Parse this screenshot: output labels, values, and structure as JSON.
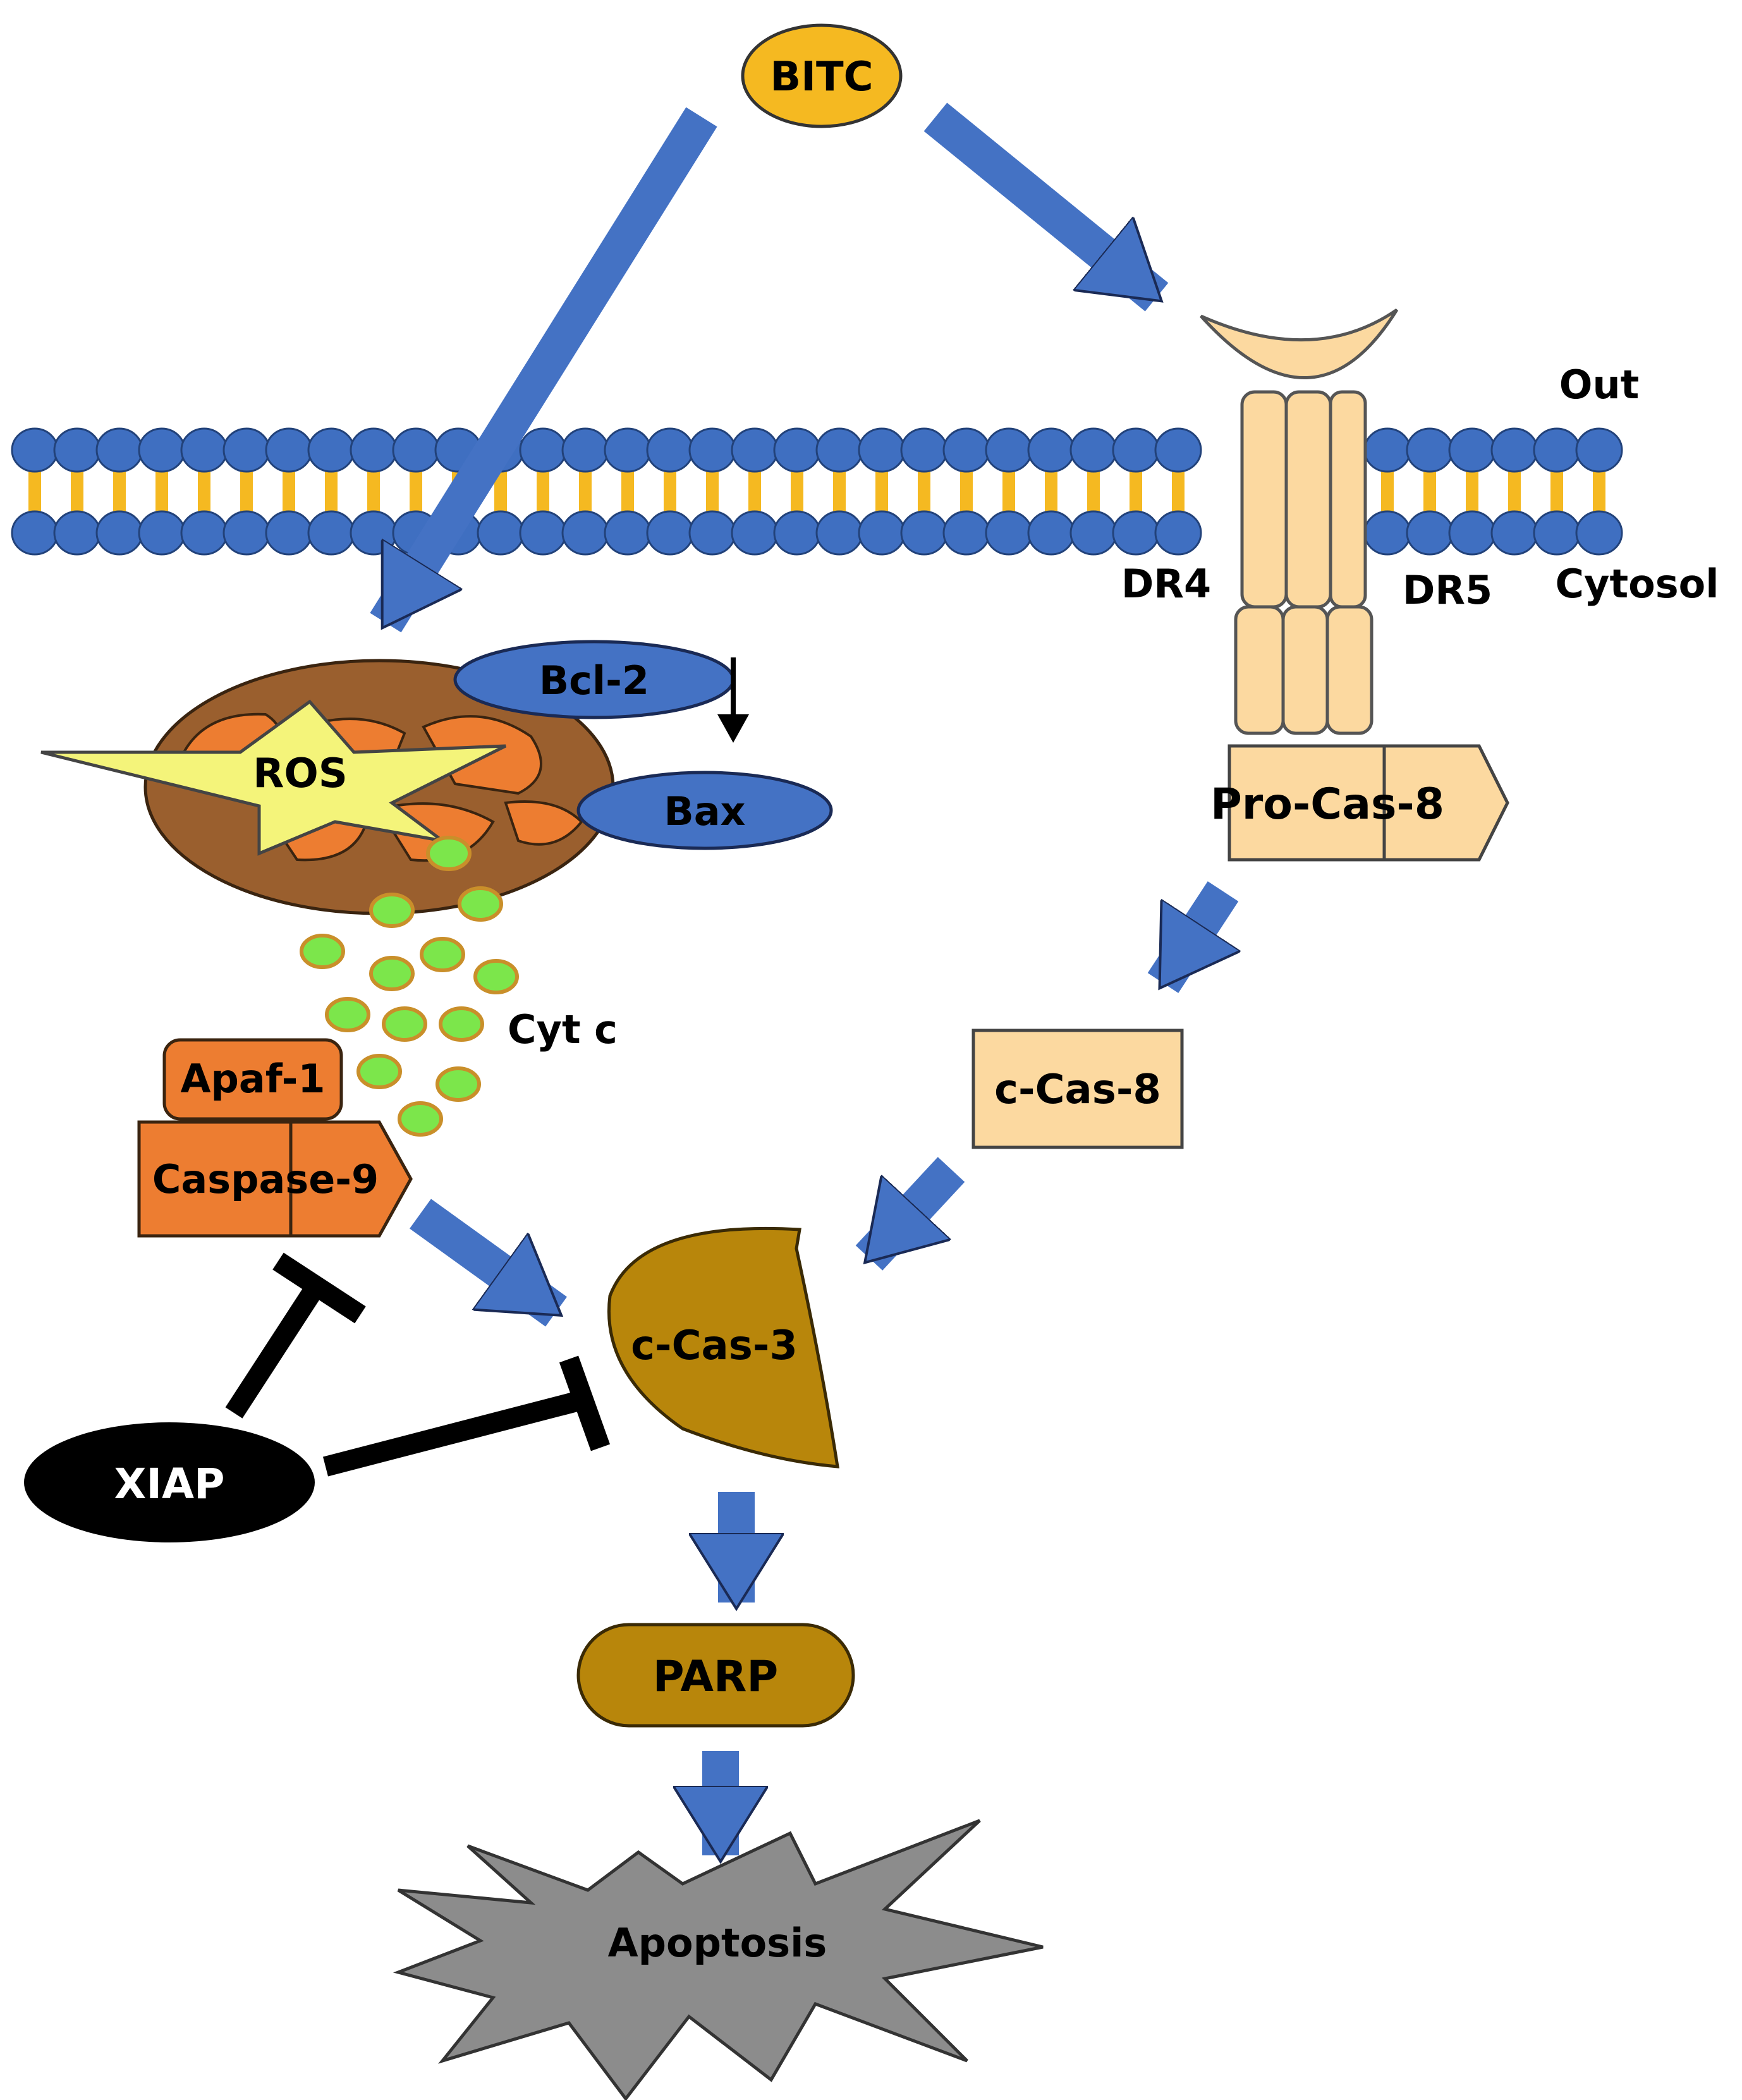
{
  "labels": {
    "bitc": "BITC",
    "out": "Out",
    "cytosol": "Cytosol",
    "dr4": "DR4",
    "dr5": "DR5",
    "bcl2": "Bcl-2",
    "bax": "Bax",
    "ros": "ROS",
    "cytc": "Cyt c",
    "apaf1": "Apaf-1",
    "caspase9": "Caspase-9",
    "procas8": "Pro-Cas-8",
    "ccas8": "c-Cas-8",
    "ccas3": "c-Cas-3",
    "xiap": "XIAP",
    "parp": "PARP",
    "apoptosis": "Apoptosis"
  },
  "colors": {
    "arrow_blue": "#4472C4",
    "membrane_head": "#3F6FC1",
    "membrane_tail": "#F5B921",
    "receptor": "#FCD9A0",
    "mito_outer": "#9A5F2E",
    "mito_cristae": "#ED7D31",
    "ros_star": "#F4F47A",
    "cytc_dot": "#7CE64B",
    "caspase9": "#ED7D31",
    "caspase3": "#B8860B",
    "xiap": "#000000",
    "apoptosis": "#8C8C8C",
    "bitc": "#F5B921"
  }
}
